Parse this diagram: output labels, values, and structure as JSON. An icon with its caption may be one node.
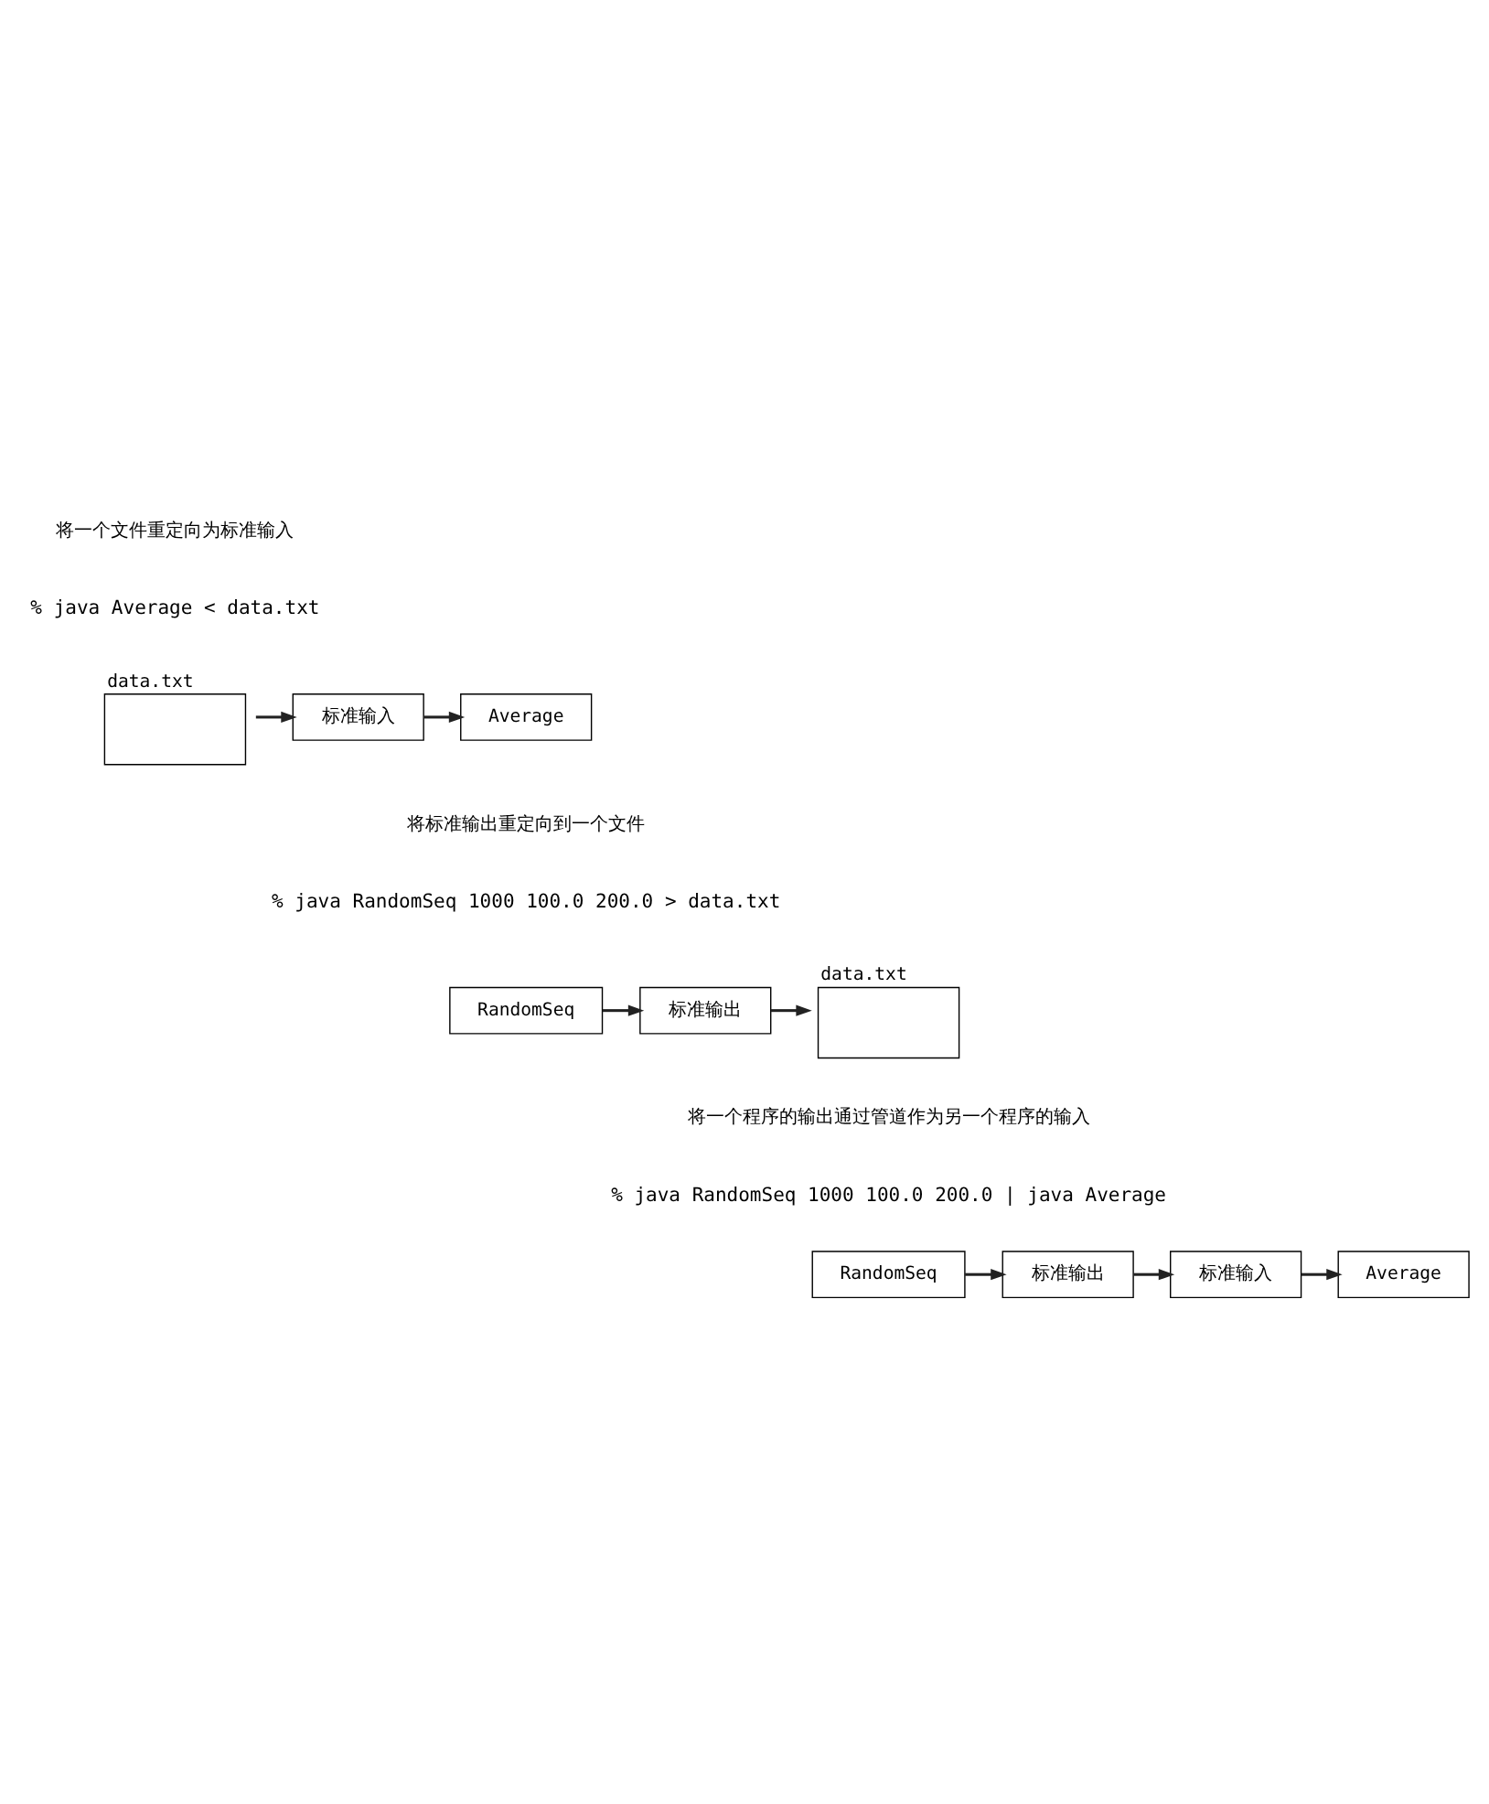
{
  "diagram": {
    "nodes": [
      {
        "text": [
          "data.txt"
        ]
      },
      {
        "text": [
          "标准输入"
        ]
      },
      {
        "text": [
          "Average"
        ]
      },
      {
        "text": [
          "RandomSeq"
        ]
      },
      {
        "text": [
          "标准输出"
        ]
      },
      {
        "text": [
          "data.txt"
        ]
      },
      {
        "text": [
          "RandomSeq"
        ]
      },
      {
        "text": [
          "标准输出"
        ]
      },
      {
        "text": [
          "标准输入"
        ]
      },
      {
        "text": [
          "Average"
        ]
      }
    ],
    "edges": [
      {
        "from": 0,
        "to": 1,
        "arrow": "to"
      },
      {
        "from": 1,
        "to": 2,
        "arrow": "to"
      },
      {
        "from": 3,
        "to": 4,
        "arrow": "to"
      },
      {
        "from": 4,
        "to": 5,
        "arrow": "to"
      },
      {
        "from": 6,
        "to": 7,
        "arrow": "to"
      },
      {
        "from": 7,
        "to": 8,
        "arrow": "to"
      },
      {
        "from": 8,
        "to": 9,
        "arrow": "to"
      }
    ],
    "labels": [
      "将一个文件重定向为标准输入",
      "% java Average < data.txt",
      "将标准输出重定向到一个文件",
      "% java RandomSeq 1000 100.0 200.0 > data.txt",
      "将一个程序的输出通过管道作为另一个程序的输入",
      "% java RandomSeq 1000 100.0 200.0 | java Average"
    ]
  }
}
